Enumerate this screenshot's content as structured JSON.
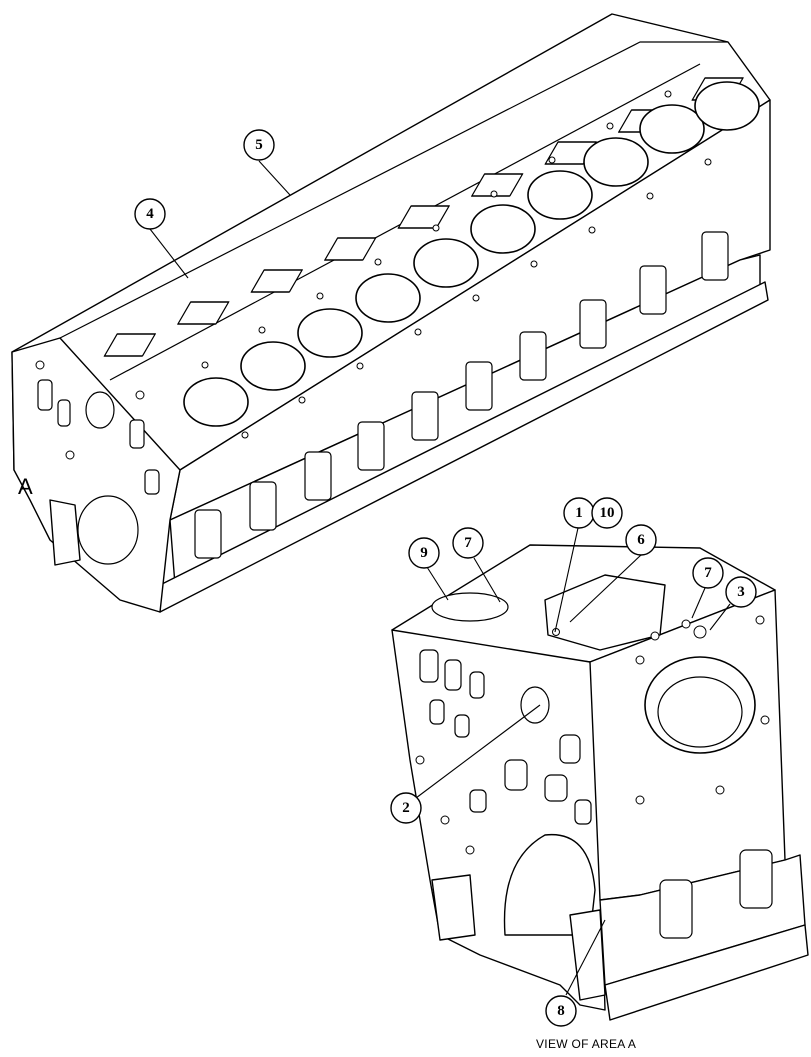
{
  "figure": {
    "area_letter": "A",
    "view_caption": "VIEW OF AREA  A"
  },
  "callouts": [
    {
      "id": "callout-5",
      "label": "5"
    },
    {
      "id": "callout-4",
      "label": "4"
    },
    {
      "id": "callout-1",
      "label": "1"
    },
    {
      "id": "callout-10",
      "label": "10"
    },
    {
      "id": "callout-9",
      "label": "9"
    },
    {
      "id": "callout-7a",
      "label": "7"
    },
    {
      "id": "callout-6",
      "label": "6"
    },
    {
      "id": "callout-7b",
      "label": "7"
    },
    {
      "id": "callout-3",
      "label": "3"
    },
    {
      "id": "callout-2",
      "label": "2"
    },
    {
      "id": "callout-8",
      "label": "8"
    }
  ]
}
